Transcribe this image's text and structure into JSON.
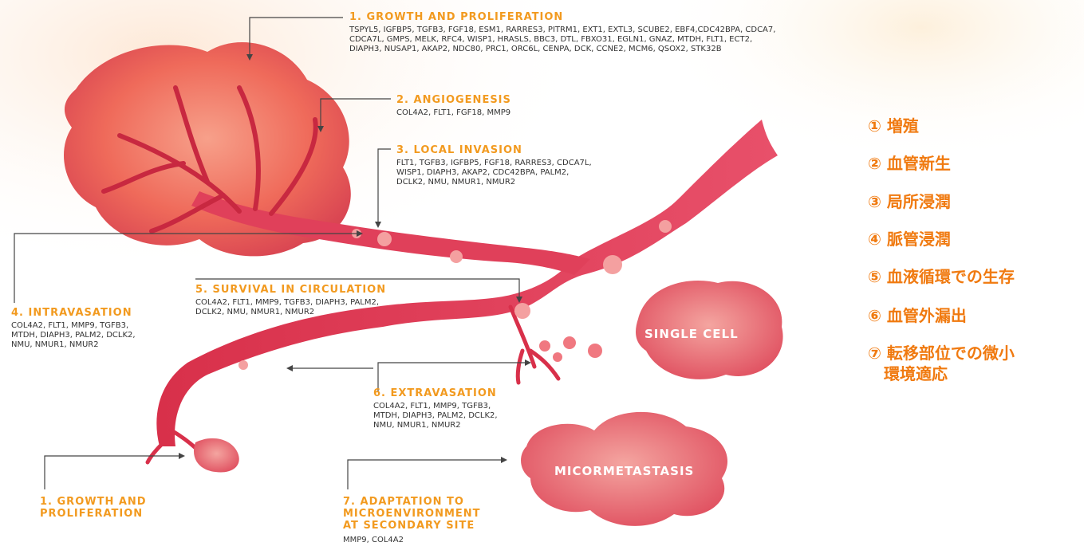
{
  "stages": {
    "s1_top": {
      "title": "1. GROWTH AND PROLIFERATION",
      "genes": "TSPYL5, IGFBP5, TGFB3, FGF18, ESM1, RARRES3, PITRM1, EXT1, EXTL3, SCUBE2, EBF4,CDC42BPA, CDCA7,\nCDCA7L, GMPS, MELK, RFC4, WISP1, HRASLS,  BBC3, DTL, FBXO31, EGLN1, GNAZ, MTDH, FLT1, ECT2,\nDIAPH3, NUSAP1,  AKAP2, NDC80, PRC1, ORC6L, CENPA, DCK, CCNE2, MCM6, QSOX2, STK32B"
    },
    "s2": {
      "title": "2. ANGIOGENESIS",
      "genes": "COL4A2, FLT1, FGF18, MMP9"
    },
    "s3": {
      "title": "3. LOCAL INVASION",
      "genes": "FLT1, TGFB3, IGFBP5, FGF18, RARRES3,  CDCA7L,\nWISP1, DIAPH3, AKAP2, CDC42BPA, PALM2,\nDCLK2, NMU, NMUR1, NMUR2"
    },
    "s4": {
      "title": "4. INTRAVASATION",
      "genes": "COL4A2, FLT1, MMP9, TGFB3,\nMTDH, DIAPH3, PALM2, DCLK2,\nNMU, NMUR1, NMUR2"
    },
    "s5": {
      "title": "5. SURVIVAL IN CIRCULATION",
      "genes": "COL4A2, FLT1, MMP9, TGFB3, DIAPH3, PALM2,\nDCLK2, NMU, NMUR1, NMUR2"
    },
    "s6": {
      "title": "6. EXTRAVASATION",
      "genes": "COL4A2, FLT1, MMP9, TGFB3,\nMTDH, DIAPH3, PALM2, DCLK2,\nNMU, NMUR1, NMUR2"
    },
    "s1_bottom": {
      "title": "1. GROWTH AND\nPROLIFERATION"
    },
    "s7": {
      "title": "7. ADAPTATION TO\nMICROENVIRONMENT\nAT SECONDARY SITE",
      "genes": "MMP9, COL4A2"
    }
  },
  "cells": {
    "single": "SINGLE CELL",
    "micro": "MICORMETASTASIS"
  },
  "legend": [
    "① 増殖",
    "② 血管新生",
    "③ 局所浸潤",
    "④ 脈管浸潤",
    "⑤ 血液循環での生存",
    "⑥ 血管外漏出",
    "⑦ 転移部位での微小\n　環境適応"
  ],
  "colors": {
    "accent": "#f29a1f",
    "legend_text": "#f07a10",
    "vessel": "#e23a50",
    "tumor": "#f0705a",
    "text": "#333333"
  }
}
